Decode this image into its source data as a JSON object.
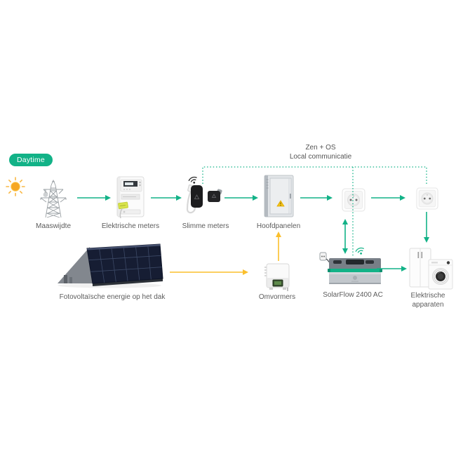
{
  "badge": {
    "label": "Daytime",
    "bg": "#12b287",
    "text_color": "#ffffff"
  },
  "communication": {
    "line1": "Zen + OS",
    "line2": "Local communicatie"
  },
  "flow_top": {
    "grid_label": "Maaswijdte",
    "electric_meters_label": "Elektrische meters",
    "smart_meters_label": "Slimme meters",
    "main_panel_label": "Hoofdpanelen"
  },
  "flow_bottom": {
    "solar_label": "Fotovoltaïsche energie op het dak",
    "inverter_label": "Omvormers",
    "battery_label": "SolarFlow 2400 AC",
    "appliances_label": "Elektrische apparaten"
  },
  "icons": {
    "sun": "sun-icon",
    "power_tower": "transmission-tower-icon",
    "electric_meter": "electric-meter-icon",
    "smart_meter": "smart-meter-icon",
    "wifi_smart_meter": "wifi-icon",
    "wifi_battery": "wifi-icon",
    "main_panel": "breaker-cabinet-icon",
    "outlet_1": "wall-outlet-icon",
    "outlet_2": "wall-outlet-icon",
    "solar_roof": "solar-roof-icon",
    "inverter": "inverter-icon",
    "battery": "solarflow-battery-icon",
    "appliances": "fridge-washer-icon"
  },
  "colors": {
    "accent_green": "#12b287",
    "accent_yellow": "#fbbf2c",
    "label_text": "#5c5c5c",
    "background": "#ffffff"
  }
}
